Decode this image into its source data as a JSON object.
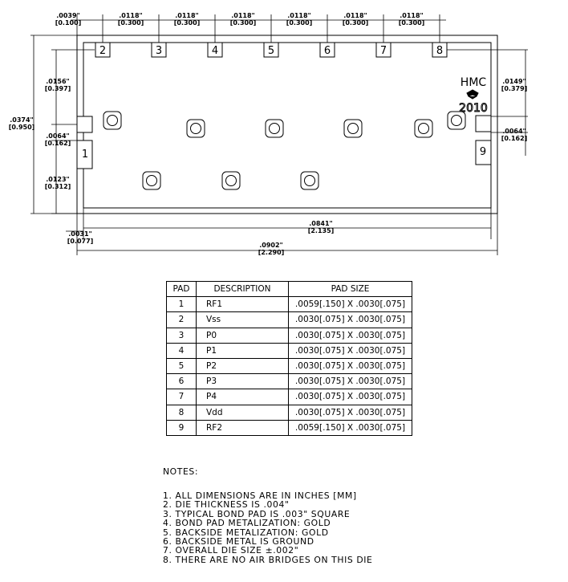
{
  "dimensions": {
    "top": [
      {
        "in": ".0039\"",
        "mm": "[0.100]"
      },
      {
        "in": ".0118\"",
        "mm": "[0.300]"
      },
      {
        "in": ".0118\"",
        "mm": "[0.300]"
      },
      {
        "in": ".0118\"",
        "mm": "[0.300]"
      },
      {
        "in": ".0118\"",
        "mm": "[0.300]"
      },
      {
        "in": ".0118\"",
        "mm": "[0.300]"
      },
      {
        "in": ".0118\"",
        "mm": "[0.300]"
      }
    ],
    "left_outer": {
      "in": ".0374\"",
      "mm": "[0.950]"
    },
    "left_upper": {
      "in": ".0156\"",
      "mm": "[0.397]"
    },
    "left_pad": {
      "in": ".0064\"",
      "mm": "[0.162]"
    },
    "left_lower": {
      "in": ".0123\"",
      "mm": "[0.312]"
    },
    "right_upper": {
      "in": ".0149\"",
      "mm": "[0.379]"
    },
    "right_pad": {
      "in": ".0064\"",
      "mm": "[0.162]"
    },
    "bottom_inner": {
      "in": ".0841\"",
      "mm": "[2.135]"
    },
    "bottom_left": {
      "in": ".0031\"",
      "mm": "[0.077]"
    },
    "bottom_outer": {
      "in": ".0902\"",
      "mm": "[2.290]"
    }
  },
  "pads": [
    "1",
    "2",
    "3",
    "4",
    "5",
    "6",
    "7",
    "8",
    "9"
  ],
  "logo": {
    "line1": "HMC",
    "line2": "2010"
  },
  "table": {
    "headers": [
      "PAD",
      "DESCRIPTION",
      "PAD SIZE"
    ],
    "rows": [
      [
        "1",
        "RF1",
        ".0059[.150]  X  .0030[.075]"
      ],
      [
        "2",
        "Vss",
        ".0030[.075]  X  .0030[.075]"
      ],
      [
        "3",
        "P0",
        ".0030[.075]  X  .0030[.075]"
      ],
      [
        "4",
        "P1",
        ".0030[.075]  X  .0030[.075]"
      ],
      [
        "5",
        "P2",
        ".0030[.075]  X  .0030[.075]"
      ],
      [
        "6",
        "P3",
        ".0030[.075]  X  .0030[.075]"
      ],
      [
        "7",
        "P4",
        ".0030[.075]  X  .0030[.075]"
      ],
      [
        "8",
        "Vdd",
        ".0030[.075]  X  .0030[.075]"
      ],
      [
        "9",
        "RF2",
        ".0059[.150]  X  .0030[.075]"
      ]
    ]
  },
  "notes": {
    "title": "NOTES:",
    "items": [
      "1. ALL DIMENSIONS ARE IN INCHES [MM]",
      "2. DIE THICKNESS IS .004\"",
      "3. TYPICAL BOND PAD IS .003\" SQUARE",
      "4. BOND PAD METALIZATION: GOLD",
      "5. BACKSIDE METALIZATION: GOLD",
      "6. BACKSIDE METAL IS GROUND",
      "7. OVERALL DIE SIZE ±.002\"",
      "8. THERE ARE NO AIR BRIDGES ON THIS DIE"
    ]
  }
}
